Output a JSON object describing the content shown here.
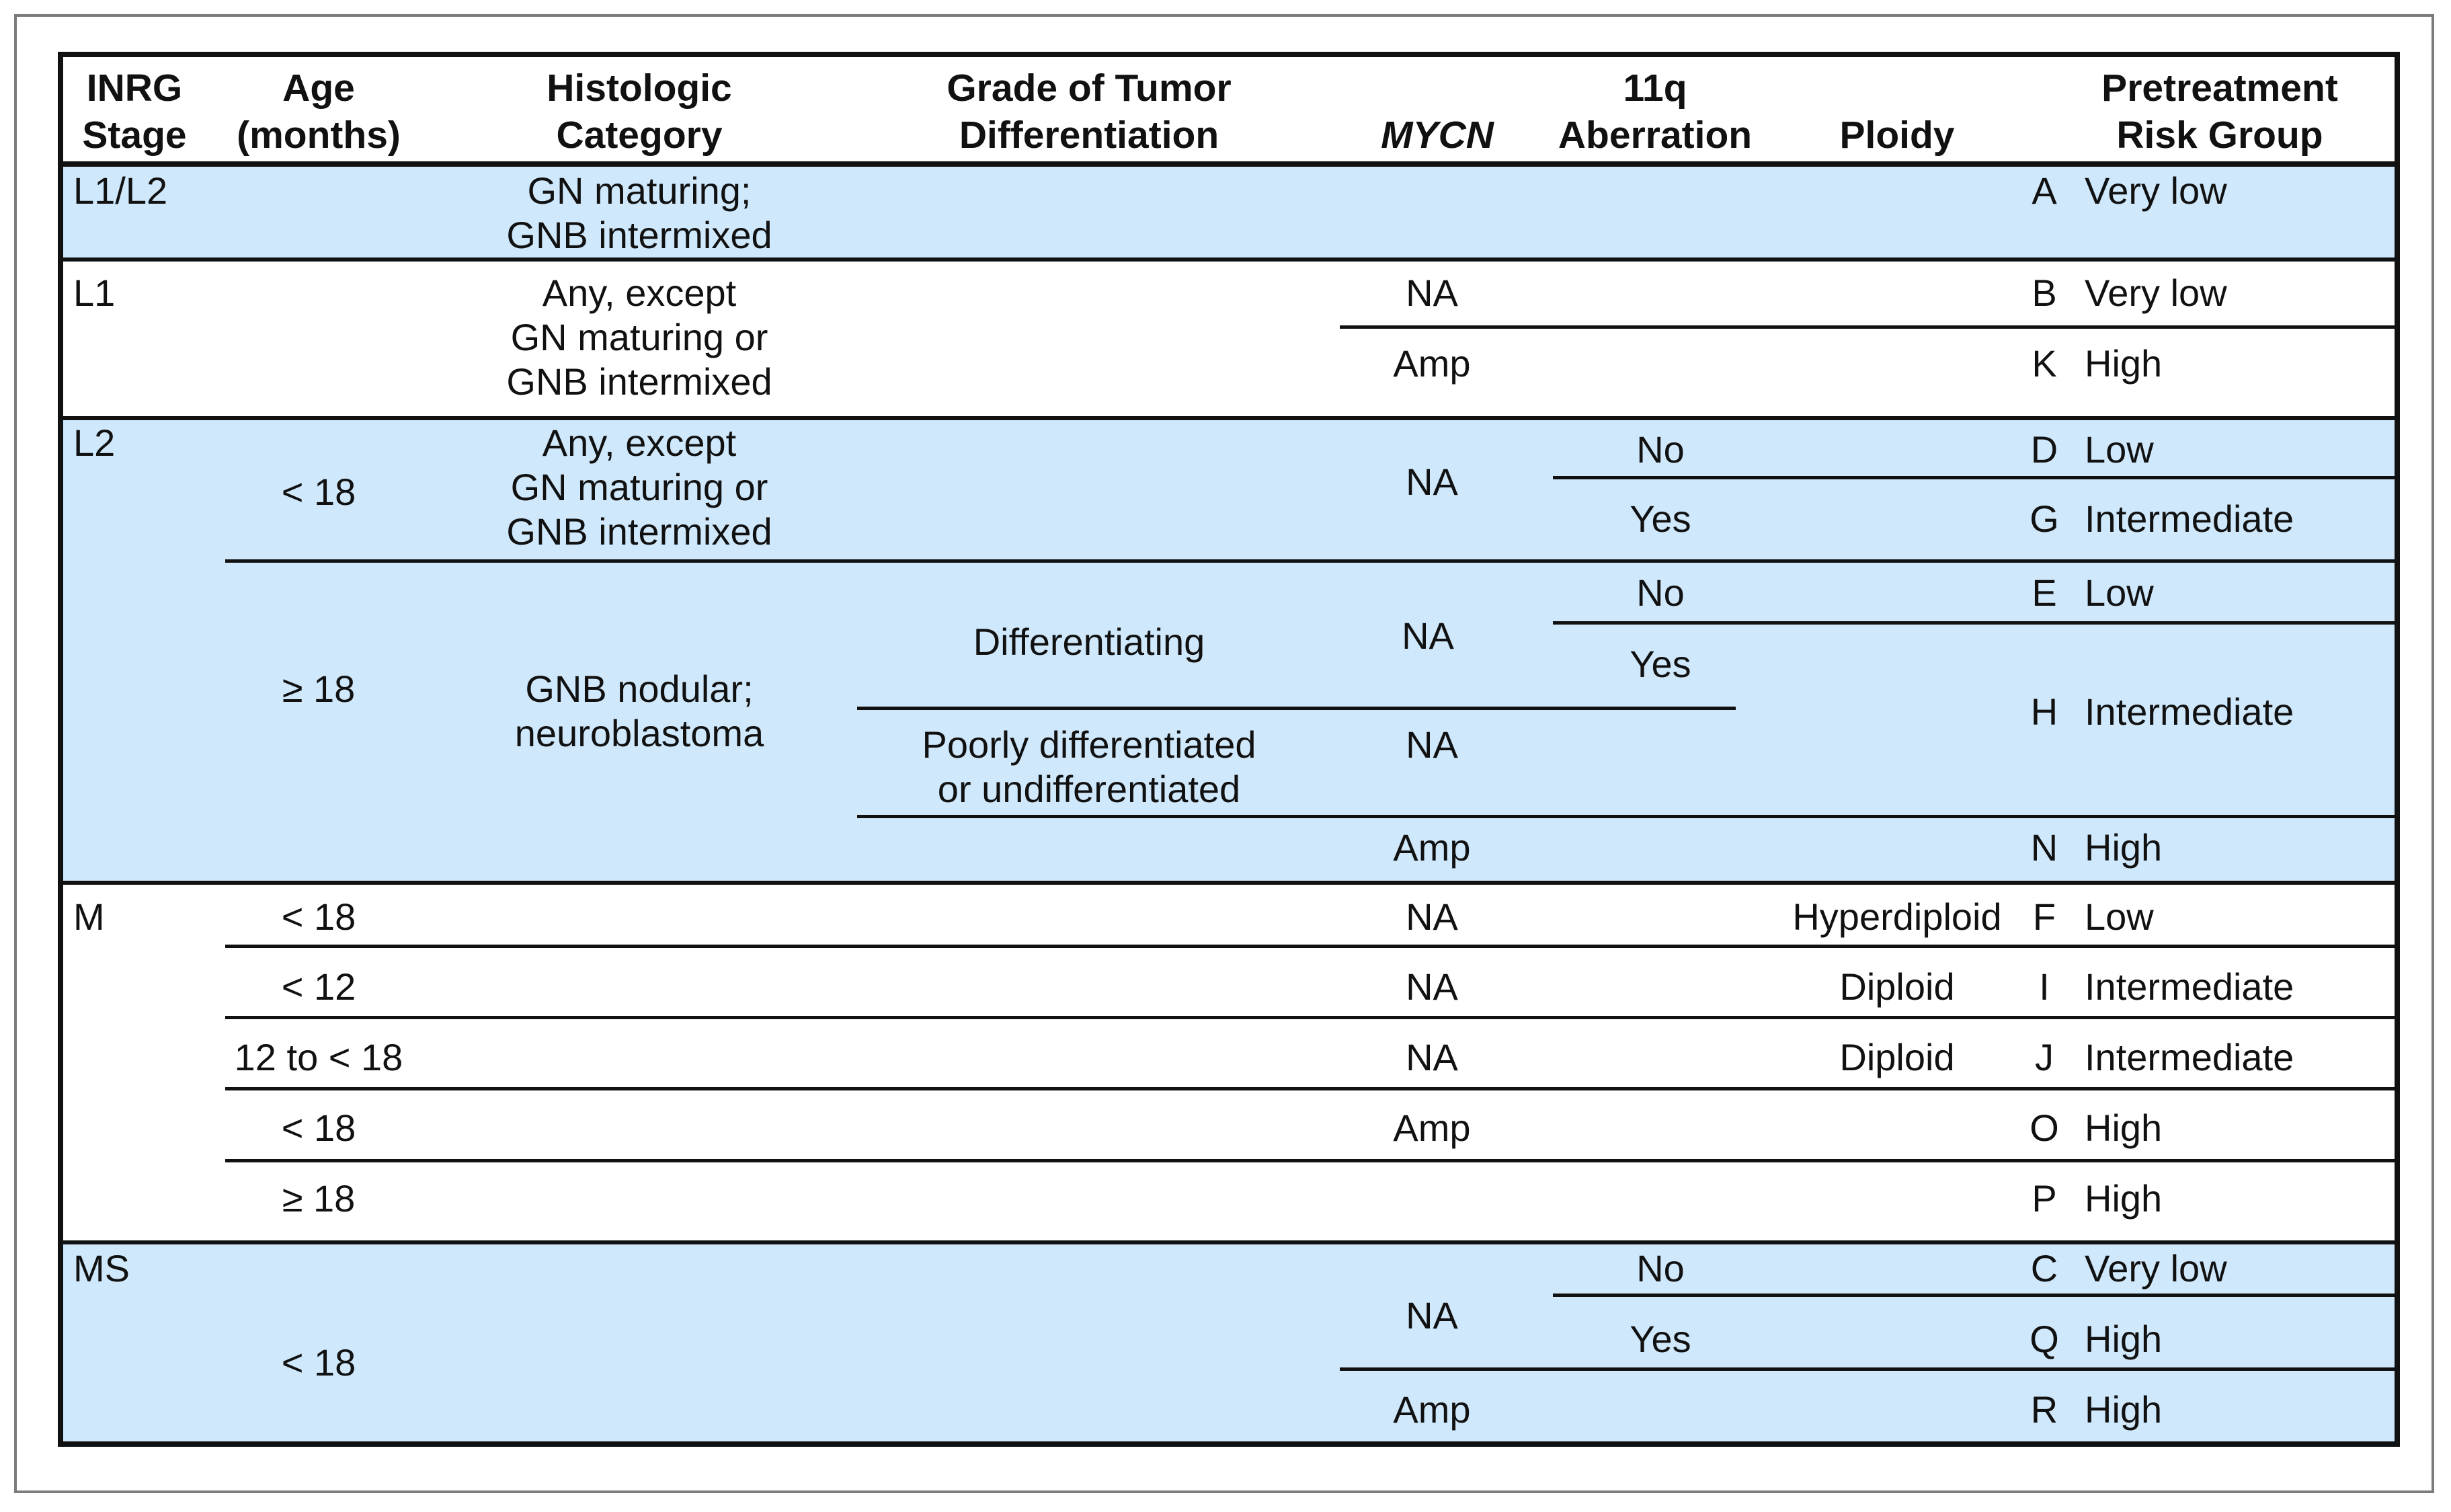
{
  "colors": {
    "band": "#cfe8fb",
    "rule": "#111111",
    "frame": "#7c7c7c"
  },
  "header": {
    "stage": [
      "INRG",
      "Stage"
    ],
    "age": [
      "Age",
      "(months)"
    ],
    "histologic": [
      "Histologic",
      "Category"
    ],
    "grade": [
      "Grade of Tumor",
      "Differentiation"
    ],
    "mycn": "MYCN",
    "aberration": [
      "11q",
      "Aberration"
    ],
    "ploidy": "Ploidy",
    "risk": [
      "Pretreatment",
      "Risk Group"
    ]
  },
  "groups": {
    "l1l2": {
      "stage": "L1/L2",
      "histologic": [
        "GN maturing;",
        "GNB intermixed"
      ],
      "risk_letter": "A",
      "risk_label": "Very low"
    },
    "l1": {
      "stage": "L1",
      "histologic": [
        "Any, except",
        "GN maturing or",
        "GNB intermixed"
      ],
      "rows": [
        {
          "mycn": "NA",
          "risk_letter": "B",
          "risk_label": "Very low"
        },
        {
          "mycn": "Amp",
          "risk_letter": "K",
          "risk_label": "High"
        }
      ]
    },
    "l2": {
      "stage": "L2",
      "age_a": "< 18",
      "histologic_a": [
        "Any, except",
        "GN maturing or",
        "GNB intermixed"
      ],
      "mycn_a": "NA",
      "rows_a": [
        {
          "aberration": "No",
          "risk_letter": "D",
          "risk_label": "Low"
        },
        {
          "aberration": "Yes",
          "risk_letter": "G",
          "risk_label": "Intermediate"
        }
      ],
      "age_b": "≥ 18",
      "histologic_b": [
        "GNB nodular;",
        "neuroblastoma"
      ],
      "grade_1": "Differentiating",
      "mycn_1": "NA",
      "aberration_no": "No",
      "risk_e_letter": "E",
      "risk_e_label": "Low",
      "aberration_yes": "Yes",
      "risk_h_letter": "H",
      "risk_h_label": "Intermediate",
      "grade_2": [
        "Poorly differentiated",
        "or undifferentiated"
      ],
      "mycn_2": "NA",
      "mycn_3": "Amp",
      "risk_n_letter": "N",
      "risk_n_label": "High"
    },
    "m": {
      "stage": "M",
      "rows": [
        {
          "age": "< 18",
          "mycn": "NA",
          "ploidy": "Hyperdiploid",
          "risk_letter": "F",
          "risk_label": "Low"
        },
        {
          "age": "< 12",
          "mycn": "NA",
          "ploidy": "Diploid",
          "risk_letter": "I",
          "risk_label": "Intermediate"
        },
        {
          "age": "12 to < 18",
          "mycn": "NA",
          "ploidy": "Diploid",
          "risk_letter": "J",
          "risk_label": "Intermediate"
        },
        {
          "age": "< 18",
          "mycn": "Amp",
          "ploidy": "",
          "risk_letter": "O",
          "risk_label": "High"
        },
        {
          "age": "≥ 18",
          "mycn": "",
          "ploidy": "",
          "risk_letter": "P",
          "risk_label": "High"
        }
      ]
    },
    "ms": {
      "stage": "MS",
      "age": "< 18",
      "mycn_a": "NA",
      "rows_a": [
        {
          "aberration": "No",
          "risk_letter": "C",
          "risk_label": "Very low"
        },
        {
          "aberration": "Yes",
          "risk_letter": "Q",
          "risk_label": "High"
        }
      ],
      "mycn_b": "Amp",
      "risk_r_letter": "R",
      "risk_r_label": "High"
    }
  }
}
